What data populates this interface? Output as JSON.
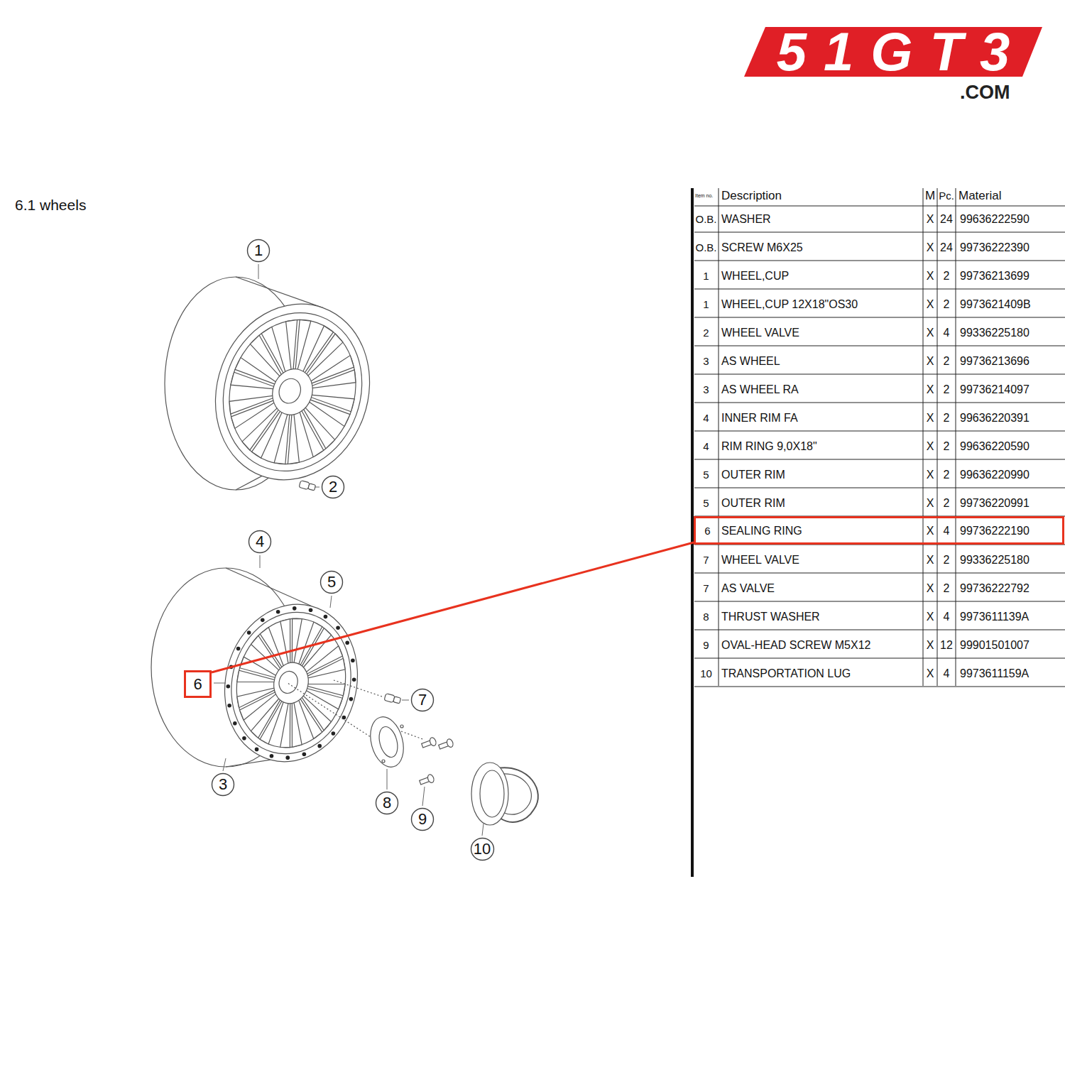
{
  "diagram": {
    "title": "6.1 wheels",
    "nodes": [
      {
        "text": [
          "51GT3"
        ]
      },
      {
        "text": [
          "1"
        ]
      },
      {
        "text": [
          "2"
        ]
      },
      {
        "text": [
          "4"
        ]
      },
      {
        "text": [
          "5"
        ]
      },
      {
        "text": [
          "6"
        ]
      },
      {
        "text": [
          "7"
        ]
      },
      {
        "text": [
          "3"
        ]
      },
      {
        "text": [
          "8"
        ]
      },
      {
        "text": [
          "9"
        ]
      },
      {
        "text": [
          "10"
        ]
      },
      {
        "text": [
          "6",
          "SEALING RING",
          "X",
          "4",
          "99736222190"
        ]
      }
    ],
    "edges": [
      {
        "from": 11,
        "to": 5,
        "arrow": "none"
      }
    ],
    "labels": [
      ".COM",
      "Item no.",
      "Description",
      "M",
      "Pc.",
      "Material",
      "O.B.",
      "WASHER",
      "X",
      "24",
      "99636222590",
      "O.B.",
      "SCREW M6X25",
      "X",
      "24",
      "99736222390",
      "1",
      "WHEEL,CUP",
      "X",
      "2",
      "99736213699",
      "1",
      "WHEEL,CUP 12X18\"OS30",
      "X",
      "2",
      "9973621409B",
      "2",
      "WHEEL VALVE",
      "X",
      "4",
      "99336225180",
      "3",
      "AS WHEEL",
      "X",
      "2",
      "99736213696",
      "3",
      "AS WHEEL RA",
      "X",
      "2",
      "99736214097",
      "4",
      "INNER RIM FA",
      "X",
      "2",
      "99636220391",
      "4",
      "RIM RING 9,0X18\"",
      "X",
      "2",
      "99636220590",
      "5",
      "OUTER RIM",
      "X",
      "2",
      "99636220990",
      "5",
      "OUTER RIM",
      "X",
      "2",
      "99736220991",
      "7",
      "WHEEL VALVE",
      "X",
      "2",
      "99336225180",
      "7",
      "AS VALVE",
      "X",
      "2",
      "99736222792",
      "8",
      "THRUST WASHER",
      "X",
      "4",
      "9973611139A",
      "9",
      "OVAL-HEAD SCREW M5X12",
      "X",
      "12",
      "99901501007",
      "10",
      "TRANSPORTATION LUG",
      "X",
      "4",
      "9973611159A"
    ]
  }
}
